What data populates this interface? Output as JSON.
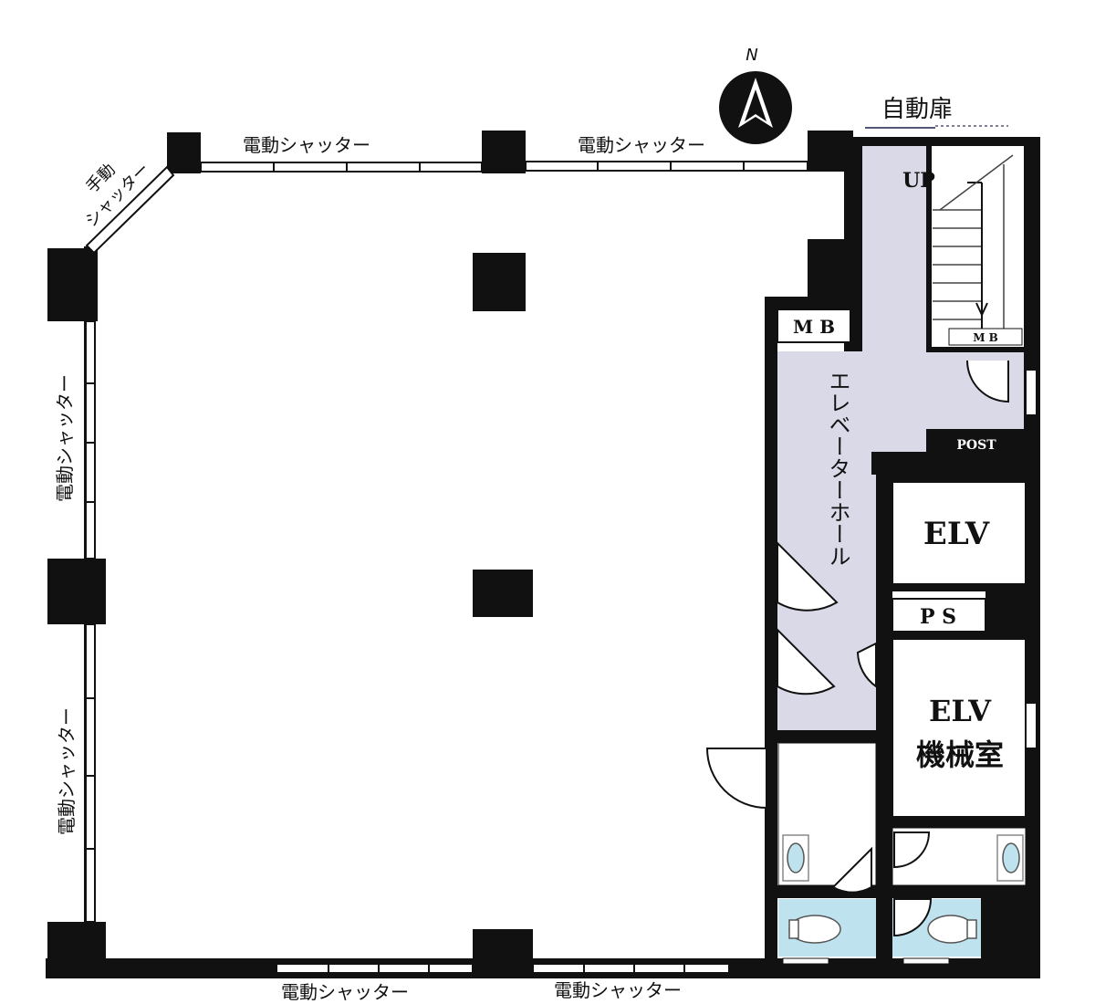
{
  "compass": {
    "letter": "N"
  },
  "labels": {
    "auto_door": "自動扉",
    "shutter_top_left": "電動シャッター",
    "shutter_top_right": "電動シャッター",
    "manual_shutter_line1": "手動",
    "manual_shutter_line2": "シャッター",
    "shutter_left_upper": "電動シャッター",
    "shutter_left_lower": "電動シャッター",
    "shutter_bottom_left": "電動シャッター",
    "shutter_bottom_right": "電動シャッター",
    "up": "UP",
    "mb_main": "M B",
    "mb_stair": "M B",
    "post": "POST",
    "elevator_hall": "エレベーターホール",
    "elv_1": "ELV",
    "ps": "P S",
    "elv_room_line1": "ELV",
    "elv_room_line2": "機械室"
  },
  "colors": {
    "wall": "#111111",
    "hall_fill": "#d9d9e8",
    "toilet_fill": "#bfe3ee",
    "paper": "#ffffff"
  }
}
